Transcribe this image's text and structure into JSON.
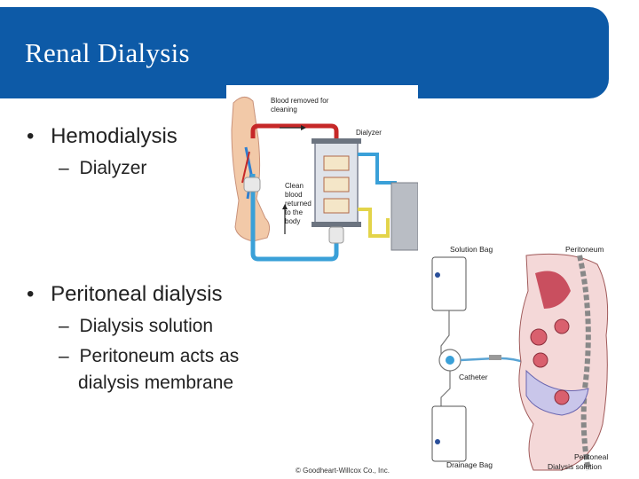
{
  "slide": {
    "title": "Renal Dialysis",
    "bullets": [
      {
        "text": "Hemodialysis",
        "subs": [
          "Dialyzer"
        ]
      },
      {
        "text": "Peritoneal dialysis",
        "subs": [
          "Dialysis solution",
          "Peritoneum acts as",
          "dialysis membrane"
        ]
      }
    ]
  },
  "hemo_figure": {
    "label_blood_removed_1": "Blood removed for",
    "label_blood_removed_2": "cleaning",
    "label_dialyzer": "Dialyzer",
    "label_clean_1": "Clean",
    "label_clean_2": "blood",
    "label_clean_3": "returned",
    "label_clean_4": "to the",
    "label_clean_5": "body"
  },
  "perit_figure": {
    "label_solution_bag": "Solution Bag",
    "label_peritoneum": "Peritoneum",
    "label_catheter": "Catheter",
    "label_drainage_bag": "Drainage Bag",
    "label_peritoneal_1": "Peritoneal",
    "label_peritoneal_2": "Dialysis solution"
  },
  "copyright": "© Goodheart-Willcox Co., Inc.",
  "colors": {
    "title_bar": "#0d5aa7",
    "blood_red": "#c62828",
    "tube_blue": "#3aa0d8",
    "tube_yellow": "#e3d44a"
  }
}
